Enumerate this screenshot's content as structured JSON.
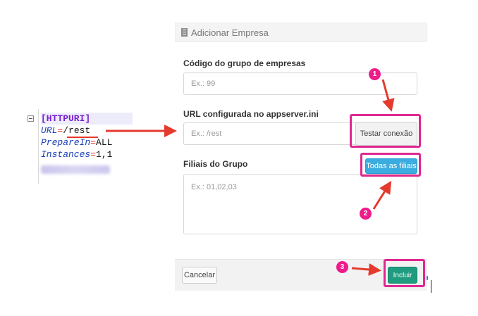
{
  "ini": {
    "section": "[HTTPURI]",
    "lines": [
      {
        "key": "URL",
        "eq": "=",
        "value": "/rest"
      },
      {
        "key": "PrepareIn",
        "eq": "=",
        "value": "ALL"
      },
      {
        "key": "Instances",
        "eq": "=",
        "value": "1,1"
      }
    ]
  },
  "modal": {
    "title": "Adicionar Empresa",
    "group_code": {
      "label": "Código do grupo de empresas",
      "placeholder": "Ex.: 99"
    },
    "url": {
      "label": "URL configurada no appserver.ini",
      "placeholder": "Ex.: /rest",
      "test_button": "Testar conexão"
    },
    "branches": {
      "label": "Filiais do Grupo",
      "all_button": "Todas as filiais",
      "placeholder": "Ex.: 01,02,03"
    },
    "footer": {
      "cancel": "Cancelar",
      "include": "Incluir"
    }
  },
  "annotations": {
    "badges": [
      "1",
      "2",
      "3"
    ],
    "color": "#e02891",
    "arrow_color": "#e53a2e"
  },
  "colors": {
    "primary_button": "#3bace0",
    "submit_button": "#1f9c7f"
  }
}
